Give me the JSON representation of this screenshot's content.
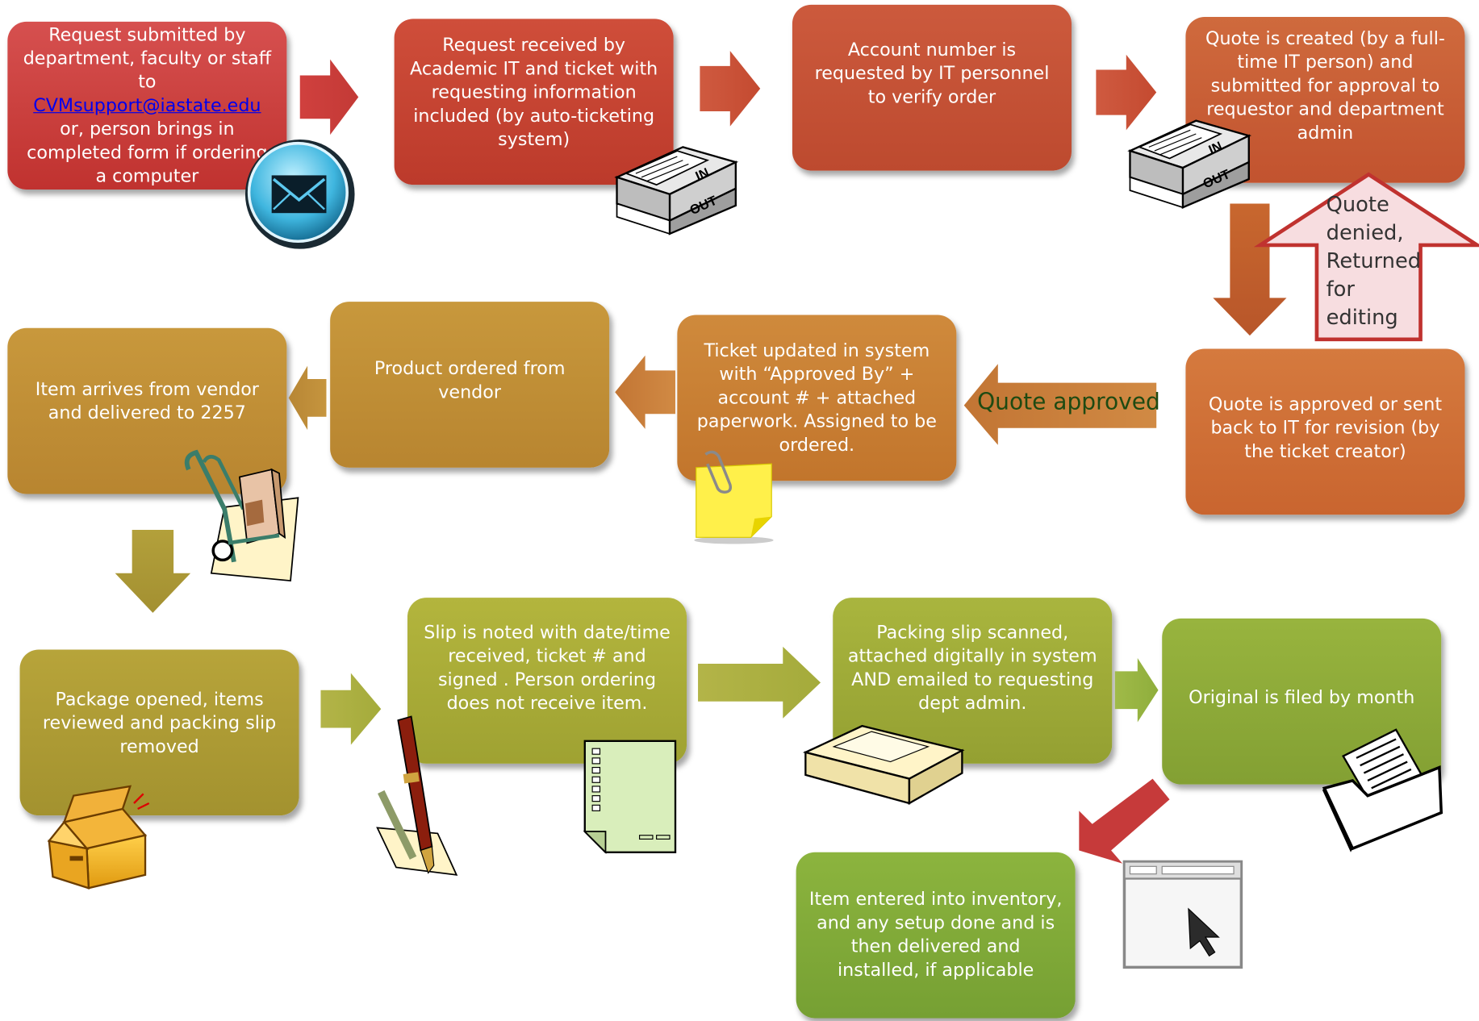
{
  "steps": {
    "s1": {
      "line1": "Request submitted by department, faculty or staff",
      "to_prefix": "to ",
      "email": "CVMsupport@iastate.edu",
      "line2": "or, person brings in completed form if ordering a computer"
    },
    "s2": "Request received by Academic IT and ticket with requesting information included (by auto-ticketing system)",
    "s3": "Account number is requested by IT personnel to verify order",
    "s4": "Quote is created (by a full-time IT person) and submitted for approval to requestor and department admin",
    "s5": "Quote is approved or sent back to IT for revision (by the ticket creator)",
    "s6": "Ticket updated in system with “Approved By” + account # +  attached paperwork.  Assigned to be ordered.",
    "s7": "Product ordered from vendor",
    "s8": "Item arrives from vendor and delivered to 2257",
    "s9": "Package opened, items reviewed and packing slip removed",
    "s10": "Slip is noted with date/time received, ticket # and signed .  Person ordering does not receive item.",
    "s11": "Packing slip scanned, attached digitally in system AND emailed to requesting dept admin.",
    "s12": "Original is filed by month",
    "s13": "Item entered into inventory, and any setup done and is then delivered and installed, if applicable"
  },
  "arrow_labels": {
    "quote_approved": "Quote approved",
    "quote_denied": [
      "Quote",
      "denied,",
      "Returned",
      "for",
      "editing"
    ]
  },
  "tray_labels": {
    "in": "IN",
    "out": "OUT"
  },
  "icons": [
    "email-icon",
    "inbox-tray-icon",
    "outbox-tray-icon",
    "sticky-note-icon",
    "hand-truck-icon",
    "open-box-icon",
    "pen-icon",
    "packing-slip-icon",
    "scanner-icon",
    "file-folder-icon",
    "browser-cursor-icon"
  ],
  "colors": {
    "red": "#c0322f",
    "orange": "#c9652f",
    "gold": "#b88530",
    "green": "#76a033",
    "link": "#0000ee",
    "denied_outline": "#c0322f",
    "approved_text": "#1e4a12"
  }
}
